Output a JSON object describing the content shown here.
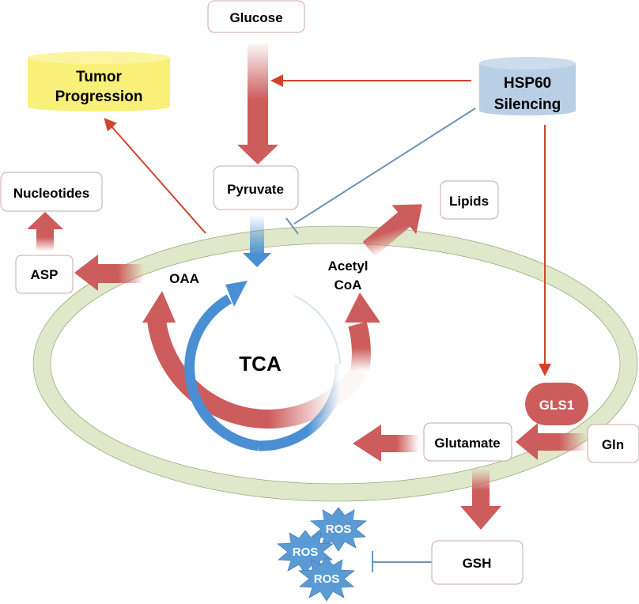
{
  "diagram": {
    "title": "HSP60 silencing metabolic reprogramming diagram",
    "nodes": {
      "glucose": "Glucose",
      "pyruvate": "Pyruvate",
      "tumor_progression_line1": "Tumor",
      "tumor_progression_line2": "Progression",
      "hsp60_line1": "HSP60",
      "hsp60_line2": "Silencing",
      "nucleotides": "Nucleotides",
      "asp": "ASP",
      "oaa": "OAA",
      "acetyl_line1": "Acetyl",
      "acetyl_line2": "CoA",
      "lipids": "Lipids",
      "tca": "TCA",
      "gls1": "GLS1",
      "glutamate": "Glutamate",
      "gln": "Gln",
      "gsh": "GSH",
      "ros": [
        "ROS",
        "ROS",
        "ROS"
      ]
    },
    "edges": [
      {
        "from": "Glucose",
        "to": "Pyruvate",
        "type": "flux-arrow"
      },
      {
        "from": "HSP60 Silencing",
        "to": "Glucose→Pyruvate",
        "type": "activation"
      },
      {
        "from": "HSP60 Silencing",
        "to": "Pyruvate→TCA",
        "type": "inhibition"
      },
      {
        "from": "HSP60 Silencing",
        "to": "GLS1",
        "type": "activation"
      },
      {
        "from": "OAA",
        "to": "Tumor Progression",
        "type": "activation"
      },
      {
        "from": "OAA",
        "to": "ASP",
        "type": "flux-arrow"
      },
      {
        "from": "ASP",
        "to": "Nucleotides",
        "type": "flux-arrow"
      },
      {
        "from": "Acetyl CoA",
        "to": "Lipids",
        "type": "flux-arrow"
      },
      {
        "from": "Gln",
        "to": "Glutamate",
        "type": "flux-arrow"
      },
      {
        "from": "Glutamate",
        "to": "TCA",
        "type": "flux-arrow"
      },
      {
        "from": "Glutamate",
        "to": "GSH",
        "type": "flux-arrow"
      },
      {
        "from": "GSH",
        "to": "ROS",
        "type": "inhibition"
      }
    ],
    "colors": {
      "flux_red": "#cd5c5c",
      "activation_line": "#d0442c",
      "inhibition_line": "#6f93b5",
      "tca_blue": "#4a8fd4",
      "mitochondria_green": "#dfe8c8",
      "tumor_yellow": "#f9f07a",
      "hsp60_blue": "#b9cfe6",
      "gls1_red": "#cd5c5c"
    }
  }
}
